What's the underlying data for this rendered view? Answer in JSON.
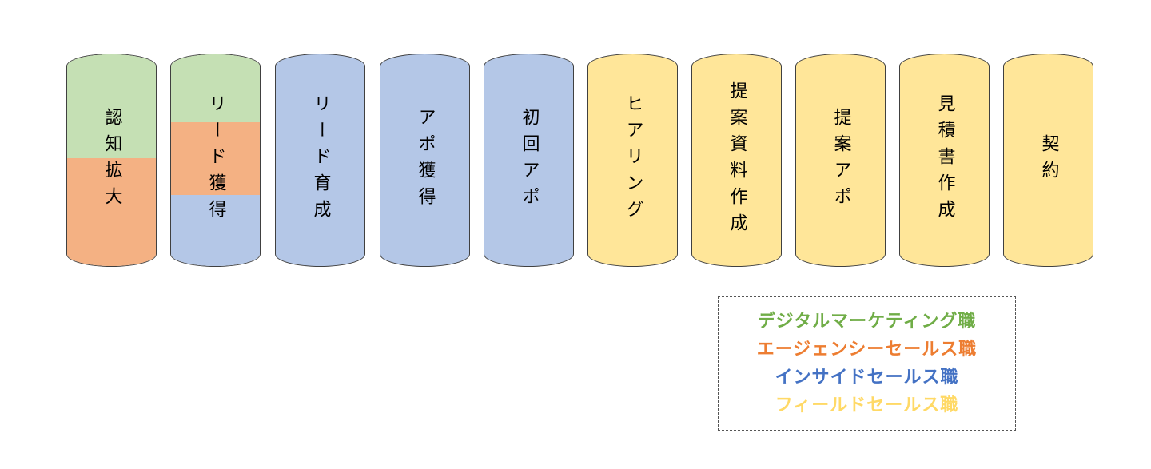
{
  "stages": [
    {
      "label": "認知拡大"
    },
    {
      "label": "リード獲得"
    },
    {
      "label": "リード育成"
    },
    {
      "label": "アポ獲得"
    },
    {
      "label": "初回アポ"
    },
    {
      "label": "ヒアリング"
    },
    {
      "label": "提案資料作成"
    },
    {
      "label": "提案アポ"
    },
    {
      "label": "見積書作成"
    },
    {
      "label": "契約"
    }
  ],
  "legend": [
    {
      "label": "デジタルマーケティング職",
      "color": "#70ad47"
    },
    {
      "label": "エージェンシーセールス職",
      "color": "#ed7d31"
    },
    {
      "label": "インサイドセールス職",
      "color": "#4472c4"
    },
    {
      "label": "フィールドセールス職",
      "color": "#ffd966"
    }
  ],
  "colors": {
    "digital": "#c5e0b4",
    "agency": "#f4b183",
    "inside": "#b4c7e7",
    "field": "#ffe699"
  }
}
